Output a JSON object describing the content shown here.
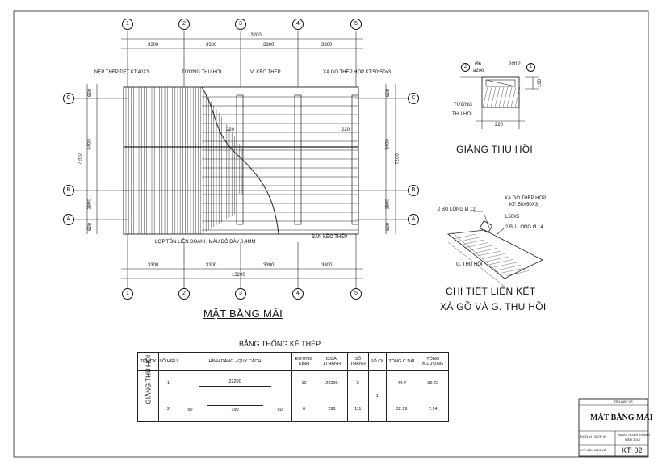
{
  "plan": {
    "col_axes": [
      "1",
      "2",
      "3",
      "4",
      "5"
    ],
    "row_axes": [
      "C",
      "B",
      "A"
    ],
    "total_dim": "13200",
    "span_dims": [
      "3300",
      "3300",
      "3300",
      "3300"
    ],
    "left_dims": [
      "600",
      "5400",
      "1800",
      "600"
    ],
    "left_total": "7200",
    "right_dims": [
      "600",
      "5400",
      "1800",
      "600"
    ],
    "right_total": "7200",
    "labels": {
      "nep": "NẸP THÉP DẸT KT:40X3",
      "tuong": "TƯỜNG THU HỒI",
      "vi_keo": "VÌ KÈO THÉP",
      "xa_go": "XÀ GỒ THÉP HỘP KT:50x50x3",
      "lop_ton": "LỢP TÔN LIÊN DOANH MÀU ĐỎ DÀY 0,4MM",
      "ban_keo": "BẢN KÈO THÉP",
      "d220a": "220",
      "d220b": "220"
    },
    "title": "MẶT BẰNG MÁI"
  },
  "giang": {
    "labels": {
      "phi": "Ø6",
      "a200": "a200",
      "n2o12": "2Ø12",
      "b1": "1",
      "b2": "2",
      "h100": "100",
      "tuong": "TƯỜNG",
      "thuhoi": "THU HỒI",
      "w220": "220"
    },
    "title": "GIẰNG THU HỒI"
  },
  "chitiet": {
    "labels": {
      "xago1": "XÀ GỒ THÉP HỘP",
      "xago2": "KT: 50X50X3",
      "bulong12": "2 BU LÔNG Ø 12",
      "l50": "L50X5",
      "bulong14": "2 BU LÔNG Ø 14",
      "gthuhoi": "G. THU HỒI"
    },
    "title1": "CHI TIẾT LIÊN KẾT",
    "title2": "XÀ GỒ VÀ G. THU HỒI"
  },
  "table": {
    "title": "BẢNG THỐNG KÊ THÉP",
    "headers": [
      "TÊN CK",
      "SỐ HIỆU",
      "HÌNH DÁNG - QUY CÁCH",
      "ĐƯỜNG KÍNH",
      "C.DÀI 1THANH",
      "SỐ THANH",
      "SỐ CK",
      "TỔNG C.DÀI",
      "TỔNG K.LƯỢNG"
    ],
    "group": "GIẰNG THU HỒI",
    "rows": [
      {
        "so_hieu": "1",
        "shape_dim": "22200",
        "duong_kinh": "12",
        "cdai": "22200",
        "so_thanh": "2",
        "tong_cdai": "44.4",
        "tong_kl": "39.42"
      },
      {
        "so_hieu": "2",
        "shape_left": "50",
        "shape_mid": "190",
        "shape_right": "50",
        "duong_kinh": "6",
        "cdai": "290",
        "so_thanh": "111",
        "tong_cdai": "32.19",
        "tong_kl": "7.14"
      }
    ],
    "so_ck": "1"
  },
  "titleblock": {
    "small_top": "TÊN BẢN VẼ",
    "name": "MẶT BẰNG MÁI",
    "r1a": "ĐƠN VỊ | ĐƠN VỊ",
    "r1b": "NGÀY HOÀN THÀNH",
    "r1c": "NĂM 2013",
    "r2a": "KÝ HIỆU BẢN VẼ",
    "code": "KT: 02"
  }
}
